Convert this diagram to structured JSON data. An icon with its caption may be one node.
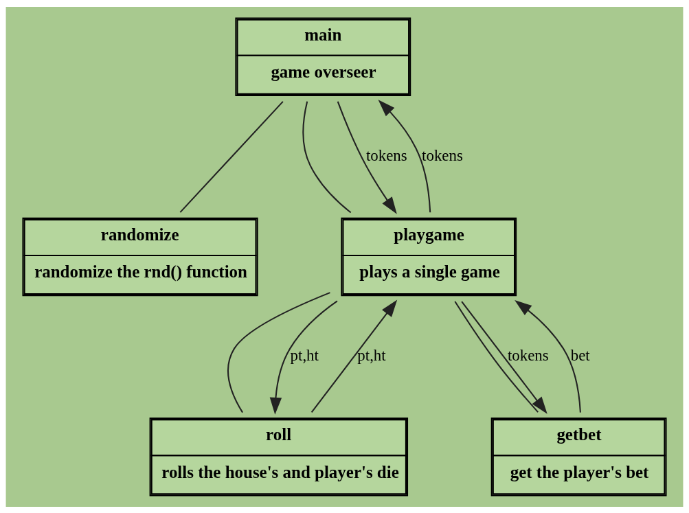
{
  "diagram": {
    "nodes": [
      {
        "text": [
          "main",
          "game overseer"
        ]
      },
      {
        "text": [
          "randomize",
          "randomize the rnd() function"
        ]
      },
      {
        "text": [
          "playgame",
          "plays a single game"
        ]
      },
      {
        "text": [
          "roll",
          "rolls the house's and player's die"
        ]
      },
      {
        "text": [
          "getbet",
          "get the player's bet"
        ]
      }
    ],
    "edges": [
      {
        "from": 0,
        "to": 1,
        "arrow": "none"
      },
      {
        "from": 0,
        "to": 2,
        "arrow": "none"
      },
      {
        "from": 0,
        "to": 2,
        "arrow": "to",
        "label": "tokens"
      },
      {
        "from": 2,
        "to": 0,
        "arrow": "to",
        "label": "tokens"
      },
      {
        "from": 2,
        "to": 3,
        "arrow": "none"
      },
      {
        "from": 2,
        "to": 3,
        "arrow": "to",
        "label": "pt,ht"
      },
      {
        "from": 3,
        "to": 2,
        "arrow": "to",
        "label": "pt,ht"
      },
      {
        "from": 2,
        "to": 4,
        "arrow": "none"
      },
      {
        "from": 2,
        "to": 4,
        "arrow": "to",
        "label": "tokens"
      },
      {
        "from": 4,
        "to": 2,
        "arrow": "to",
        "label": "bet"
      }
    ]
  }
}
